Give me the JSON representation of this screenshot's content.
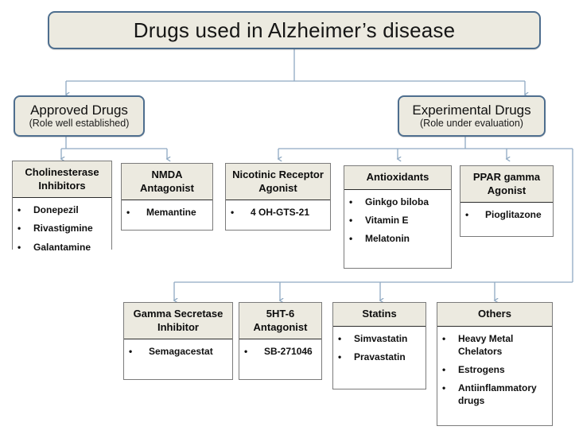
{
  "diagram": {
    "title": "Drugs used in Alzheimer’s disease",
    "categories": [
      {
        "name": "Approved Drugs",
        "note": "(Role well established)"
      },
      {
        "name": "Experimental Drugs",
        "note": "(Role under evaluation)"
      }
    ],
    "cards": [
      {
        "id": "cholinesterase-inhibitors",
        "header": "Cholinesterase Inhibitors",
        "items": [
          "Donepezil",
          "Rivastigmine",
          "Galantamine"
        ]
      },
      {
        "id": "nmda-antagonist",
        "header": "NMDA Antagonist",
        "items": [
          "Memantine"
        ]
      },
      {
        "id": "nicotinic-receptor-agonist",
        "header": "Nicotinic Receptor Agonist",
        "items": [
          "4 OH-GTS-21"
        ]
      },
      {
        "id": "antioxidants",
        "header": "Antioxidants",
        "items": [
          "Ginkgo biloba",
          "Vitamin E",
          "Melatonin"
        ]
      },
      {
        "id": "ppar-gamma-agonist",
        "header": "PPAR gamma Agonist",
        "items": [
          "Pioglitazone"
        ]
      },
      {
        "id": "gamma-secretase-inhibitor",
        "header": "Gamma Secretase Inhibitor",
        "items": [
          "Semagacestat"
        ]
      },
      {
        "id": "5ht6-antagonist",
        "header": "5HT-6 Antagonist",
        "items": [
          "SB-271046"
        ]
      },
      {
        "id": "statins",
        "header": "Statins",
        "items": [
          "Simvastatin",
          "Pravastatin"
        ]
      },
      {
        "id": "others",
        "header": "Others",
        "items": [
          "Heavy Metal Chelators",
          "Estrogens",
          "Antiinflammatory drugs"
        ]
      }
    ],
    "bullet_glyph": "•",
    "colors": {
      "box_fill": "#ECEAE0",
      "rounded_border": "#4E6E8E",
      "card_border": "#7B7B7B",
      "connector": "#8FA9C2",
      "page_background": "#FFFFFF",
      "text": "#111111"
    }
  }
}
